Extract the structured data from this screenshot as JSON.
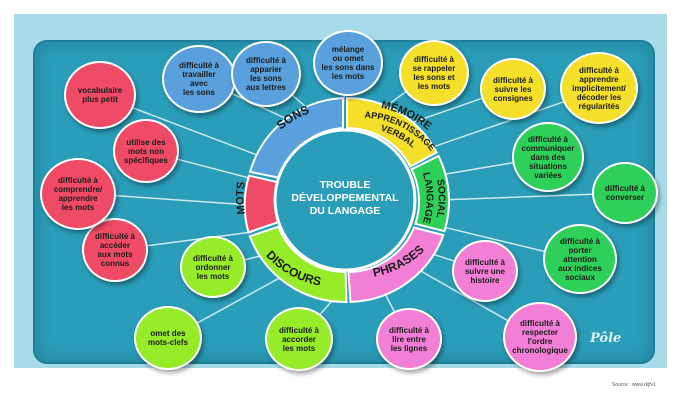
{
  "diagram": {
    "center_title": [
      "TROUBLE",
      "DÉVELOPPEMENTAL",
      "DU LANGAGE"
    ],
    "segments": {
      "sons": "SONS",
      "memoire_1": "MÉMOIRE",
      "memoire_2": "APPRENTISSAGE",
      "memoire_3": "VERBAL",
      "social_1": "SOCIAL",
      "social_2": "LANGAGE",
      "phrases": "PHRASES",
      "discours": "DISCOURS",
      "mots": "MOTS"
    },
    "bubbles": {
      "sons_1": "difficulté à\ntravailler\navec\nles sons",
      "sons_2": "difficulté à\napparier\nles sons\naux lettres",
      "sons_3": "mélange\nou omet\nles sons dans\nles mots",
      "mem_1": "difficulté à\nse rappeler\nles sons et\nles mots",
      "mem_2": "difficulté à\nsuivre les\nconsignes",
      "mem_3": "difficulté à\napprendre\nimplicitement/\ndécoder les\nrégularités",
      "soc_1": "difficulté à\ncommuniquer\ndans des\nsituations\nvariées",
      "soc_2": "difficulté à\nconverser",
      "soc_3": "difficulté à\nporter attention\naux indices\nsociaux",
      "phr_1": "difficulté à\nsuivre une\nhistoire",
      "phr_2": "difficulté à\nrespecter\nl'ordre\nchronologique",
      "phr_3": "difficulté à\nlire entre\nles lignes",
      "disc_1": "difficulté à\naccorder\nles mots",
      "disc_2": "omet des\nmots-clefs",
      "disc_3": "difficulté à\nordonner\nles mots",
      "mots_1": "difficulté à\naccéder\naux mots\nconnus",
      "mots_2": "difficulté à\ncomprendre/\napprendre\nles mots",
      "mots_3": "utilise des\nmots non\nspécifiques",
      "mots_4": "vocabulaire\nplus petit"
    },
    "logo": "Pôle",
    "source": "Source : www.rkjfv1"
  },
  "colors": {
    "sons": "#5aa0dc",
    "memoire": "#f4e02a",
    "social": "#2fd05a",
    "phrases": "#f27fd6",
    "discours": "#96ec28",
    "mots": "#f04b66",
    "panel": "#2a9db8"
  }
}
